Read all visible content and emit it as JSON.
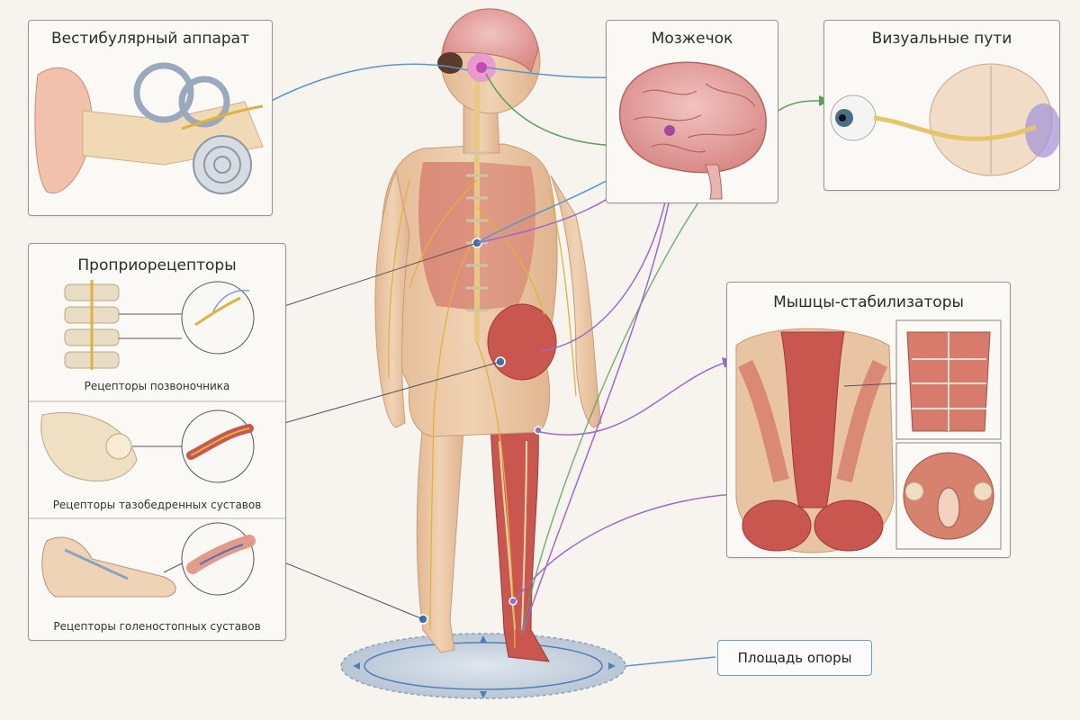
{
  "panels": {
    "vestibular": {
      "title": "Вестибулярный аппарат"
    },
    "cerebellum": {
      "title": "Мозжечок"
    },
    "visual": {
      "title": "Визуальные пути"
    },
    "proprio": {
      "title": "Проприорецепторы",
      "items": [
        {
          "caption": "Рецепторы позвоночника"
        },
        {
          "caption": "Рецепторы тазобедренных суставов"
        },
        {
          "caption": "Рецепторы голеностопных суставов"
        }
      ]
    },
    "stabilizers": {
      "title": "Мышцы-стабилизаторы"
    }
  },
  "support_area": {
    "label": "Площадь опоры"
  },
  "colors": {
    "vestibular_path": "#5b95c9",
    "visual_path": "#5aa05a",
    "proprio_path": "#9a6cc9",
    "nerve": "#e0b23c",
    "muscle": "#c9574f",
    "skin": "#e9c7a6"
  }
}
